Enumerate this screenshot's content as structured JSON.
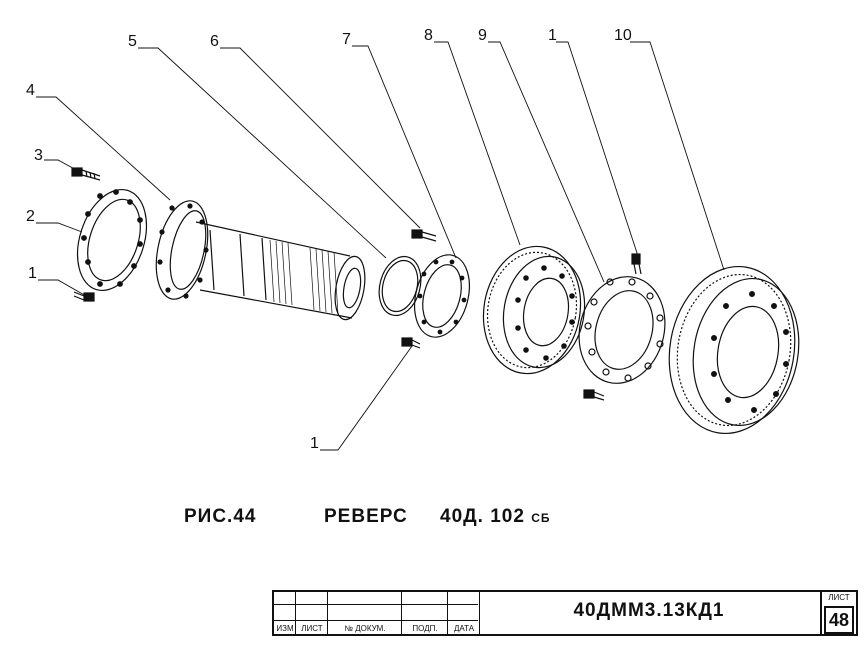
{
  "callouts": [
    {
      "id": "c3",
      "text": "3"
    },
    {
      "id": "c2",
      "text": "2"
    },
    {
      "id": "c1a",
      "text": "1"
    },
    {
      "id": "c4",
      "text": "4"
    },
    {
      "id": "c5",
      "text": "5"
    },
    {
      "id": "c6",
      "text": "6"
    },
    {
      "id": "c7",
      "text": "7"
    },
    {
      "id": "c8",
      "text": "8"
    },
    {
      "id": "c9",
      "text": "9"
    },
    {
      "id": "c1b",
      "text": "1"
    },
    {
      "id": "c10",
      "text": "10"
    },
    {
      "id": "c1c",
      "text": "1"
    }
  ],
  "caption": {
    "figure": "РИС.44",
    "title": "РЕВЕРС",
    "code": "40Д. 102",
    "code_suffix": "СБ"
  },
  "title_block": {
    "doc_code": "40ДММ3.13КД1",
    "sheet_label": "ЛИСТ",
    "sheet_number": "48",
    "columns": [
      "ИЗМ",
      "ЛИСТ",
      "№ ДОКУМ.",
      "ПОДП.",
      "ДАТА"
    ]
  }
}
